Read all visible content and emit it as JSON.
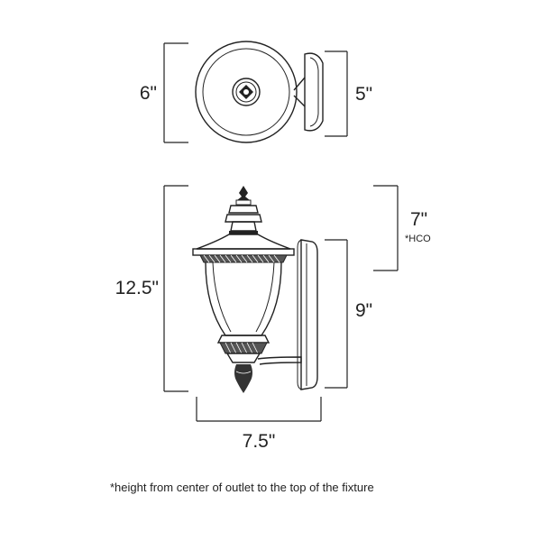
{
  "top_view": {
    "width_label": "6\"",
    "depth_label": "5\""
  },
  "side_view": {
    "height_label": "12.5\"",
    "hco_label": "7\"",
    "hco_note": "*HCO",
    "backplate_label": "9\"",
    "width_label": "7.5\""
  },
  "footnote": "*height from center of outlet to the top of the fixture",
  "colors": {
    "line": "#222222",
    "background": "#ffffff"
  }
}
